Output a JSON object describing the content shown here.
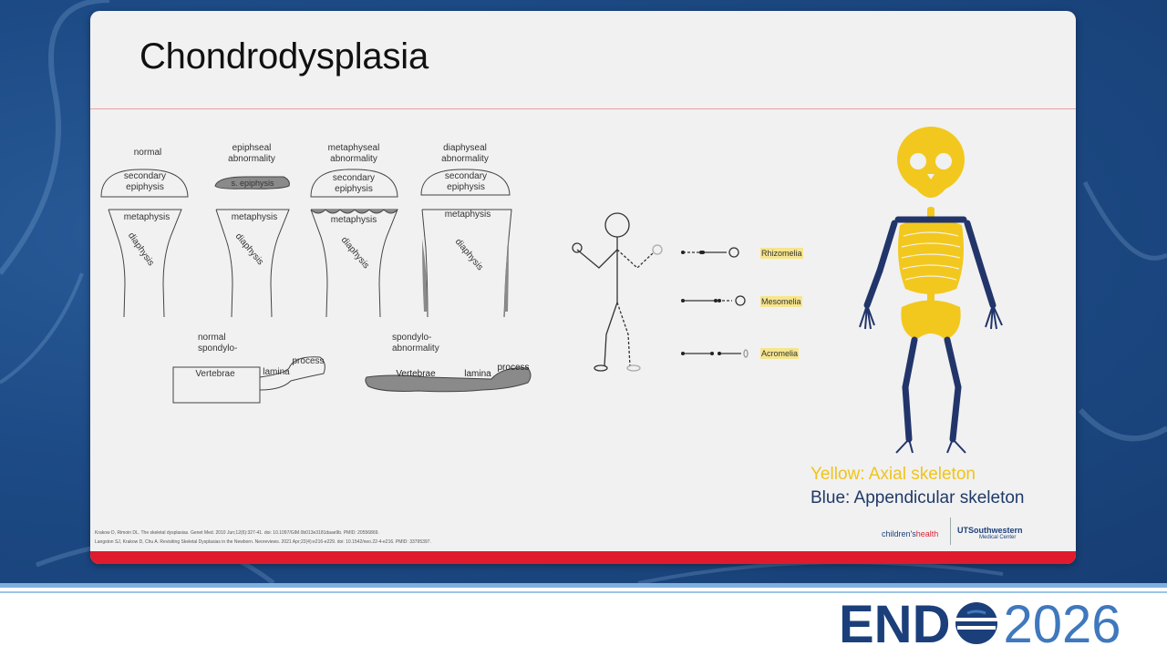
{
  "slide": {
    "title": "Chondrodysplasia"
  },
  "bones": {
    "headers": {
      "normal": "normal",
      "epiphyseal": [
        "epiphseal",
        "abnormality"
      ],
      "metaphyseal": [
        "metaphyseal",
        "abnormality"
      ],
      "diaphyseal": [
        "diaphyseal",
        "abnormality"
      ]
    },
    "labels": {
      "secondary_epiphysis": [
        "secondary",
        "epiphysis"
      ],
      "s_epiphysis": "s. epiphysis",
      "metaphysis": "metaphysis",
      "diaphysis": "diaphysis"
    }
  },
  "vertebrae": {
    "normal_header": [
      "normal",
      "spondylo-"
    ],
    "abnormal_header": [
      "spondylo-",
      "abnormality"
    ],
    "vertebrae": "Vertebrae",
    "lamina": "lamina",
    "process": "process"
  },
  "limbs": {
    "items": [
      "Rhizomelia",
      "Mesomelia",
      "Acromelia"
    ],
    "highlight_color": "#f6e58d"
  },
  "skeleton": {
    "caption_yellow": "Yellow: Axial skeleton",
    "caption_blue": "Blue: Appendicular skeleton",
    "colors": {
      "axial": "#f2c81e",
      "appendicular": "#22356b"
    }
  },
  "references": [
    "Krakow D, Rimoin DL. The skeletal dysplasias. Genet Med. 2010 Jun;12(6):327-41. doi: 10.1097/GIM.0b013e3181daae9b. PMID: 20556869.",
    "Langston SJ, Krakow D, Chu A. Revisiting Skeletal Dysplasias in the Newborn. Neoreviews. 2021 Apr;22(4):e216-e229. doi: 10.1542/neo.22-4-e216. PMID: 33795397."
  ],
  "logos": {
    "childrens": "children's",
    "childrens_suffix": "health",
    "ut": "UTSouthwestern",
    "ut_sub": "Medical Center"
  },
  "event": {
    "name": "END",
    "year": "2026"
  }
}
